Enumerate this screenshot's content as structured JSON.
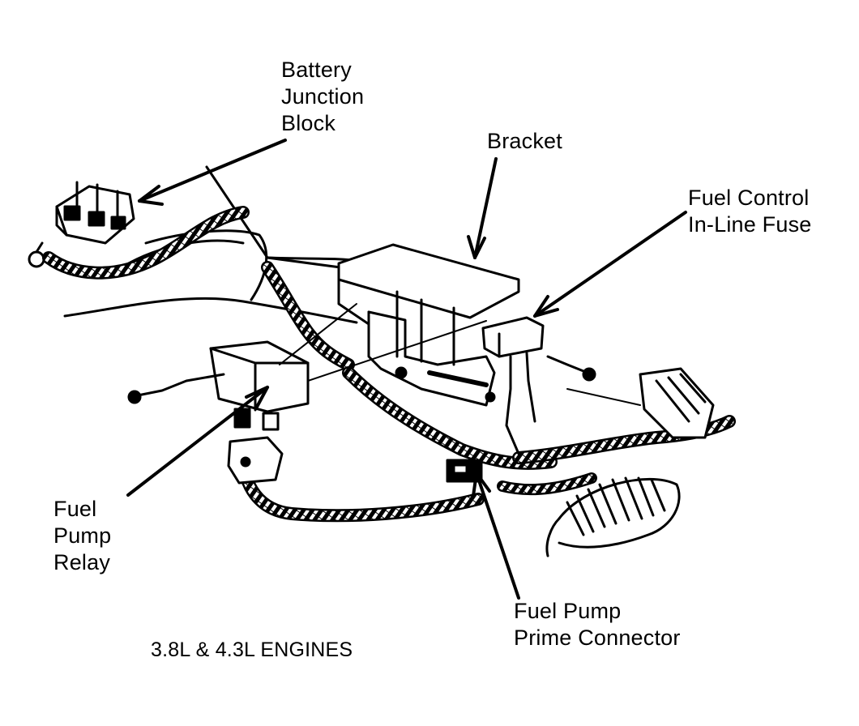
{
  "diagram": {
    "labels": {
      "battery_junction_block": [
        "Battery",
        "Junction",
        "Block"
      ],
      "bracket": [
        "Bracket"
      ],
      "fuel_control_fuse": [
        "Fuel Control",
        "In-Line Fuse"
      ],
      "fuel_pump_relay": [
        "Fuel",
        "Pump",
        "Relay"
      ],
      "fuel_pump_prime_connector": [
        "Fuel Pump",
        "Prime Connector"
      ]
    },
    "caption": "3.8L & 4.3L ENGINES"
  }
}
